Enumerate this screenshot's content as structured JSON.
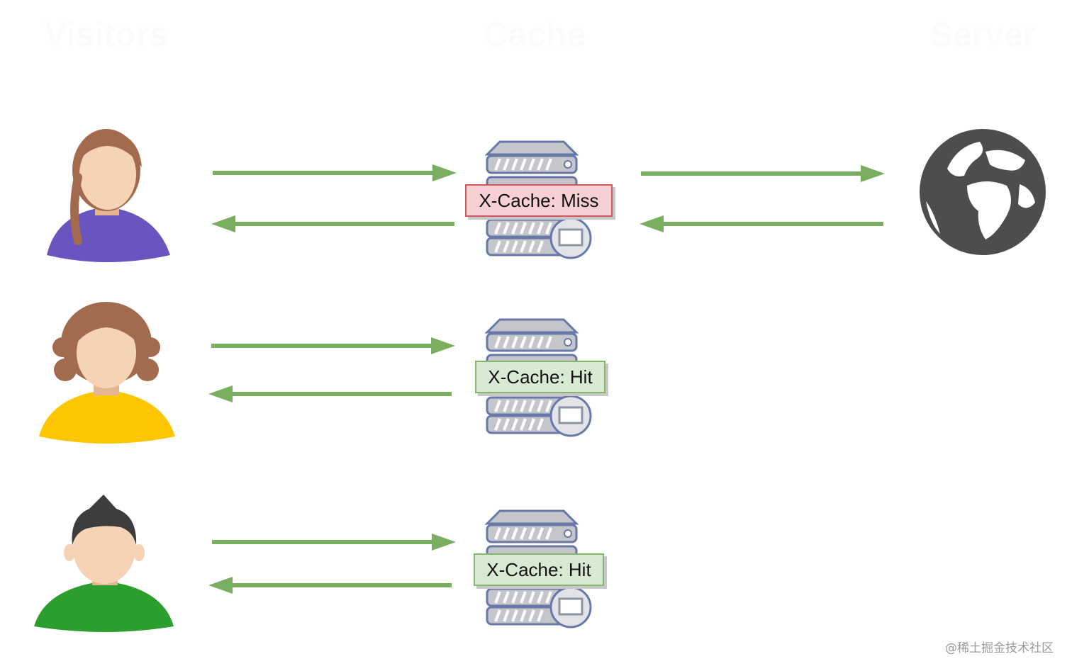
{
  "headings": {
    "visitors": "Visitors",
    "cache": "Cache",
    "server": "Server"
  },
  "rows": [
    {
      "visitor": "woman-braid-purple",
      "cache_header": "X-Cache: Miss",
      "status": "miss"
    },
    {
      "visitor": "woman-curly-yellow",
      "cache_header": "X-Cache: Hit",
      "status": "hit"
    },
    {
      "visitor": "man-green",
      "cache_header": "X-Cache: Hit",
      "status": "hit"
    }
  ],
  "colors": {
    "arrow": "#79ad5f",
    "miss_bg": "#f6d0d3",
    "miss_border": "#d0565f",
    "hit_bg": "#d8ead1",
    "hit_border": "#85b56f",
    "server_fill": "#c4c6cc",
    "server_stroke": "#6878a8",
    "globe": "#4d4d4d"
  },
  "icons": {
    "server": "server-stack-icon",
    "globe": "globe-icon"
  },
  "watermark": "@稀土掘金技术社区"
}
